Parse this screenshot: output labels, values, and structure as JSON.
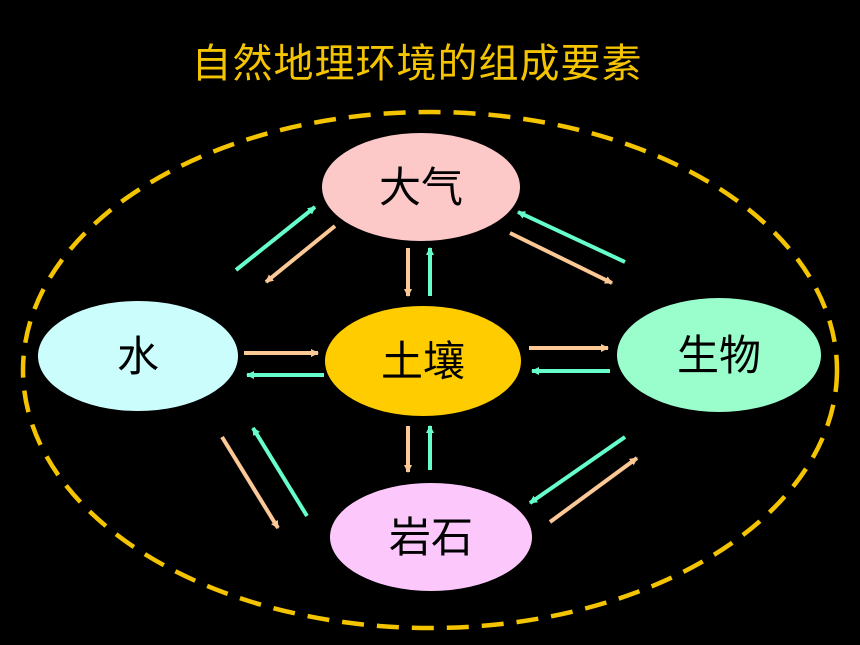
{
  "title": "自然地理环境的组成要素",
  "nodes": {
    "atmosphere": {
      "label": "大气",
      "color": "#fcc8c8"
    },
    "water": {
      "label": "水",
      "color": "#ccfdfd"
    },
    "soil": {
      "label": "土壤",
      "color": "#ffcc00"
    },
    "biology": {
      "label": "生物",
      "color": "#99fdcc"
    },
    "rock": {
      "label": "岩石",
      "color": "#fcc8fc"
    }
  },
  "colors": {
    "background": "#000000",
    "title": "#f5c400",
    "boundary": "#f5c400",
    "arrow_a": "#fcc896",
    "arrow_b": "#66ffcc"
  }
}
